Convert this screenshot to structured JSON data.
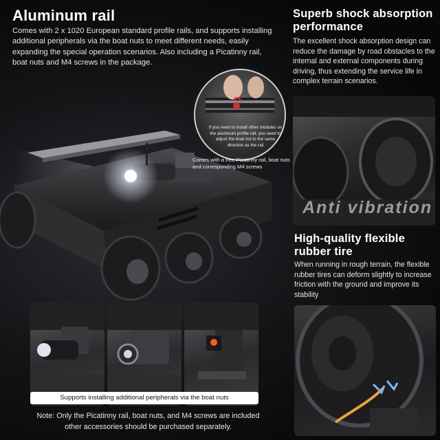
{
  "aluminum_rail": {
    "title": "Aluminum rail",
    "description": "Comes with 2 x 1020 European standard profile rails, and supports installing additional peripherals via the boat nuts to meet different needs, easily expanding the special operation scenarios. Also including a Picatinny rail, boat nuts and M4 screws in the package."
  },
  "callout": {
    "detail_text": "If you need to install other modules on the aluminum profile rail, you need to adjust the boat nut to the same direction as the rail",
    "free_rail_note": "Comes with a free Picatinny rail, boat nuts and corresponding M4 screws"
  },
  "shock": {
    "title": "Superb shock absorption performance",
    "description": "The excellent shock absorption design can reduce the damage by road obstacles to the internal and external components during driving, thus extending the service life in complex terrain scenarios.",
    "overlay_text": "Anti vibration"
  },
  "rubber": {
    "title": "High-quality flexible rubber tire",
    "description": "When running in rough terrain, the flexible rubber tires can deform slightly  to increase friction with the ground and improve its stability"
  },
  "thumbnails": {
    "caption": "Supports installing additional peripherals via the boat nuts"
  },
  "note": {
    "line1": "Note: Only the Picatinny rail, boat nuts, and M4 screws are included",
    "line2": "other accessories should be purchased separately."
  },
  "colors": {
    "background": "#0c0c0e",
    "text": "#ffffff",
    "caption_bg": "#ffffff",
    "flashlight_glow": "#f4f6ff",
    "tire": "#2a2a2c",
    "accent_arrow": "#7fb4ff"
  }
}
